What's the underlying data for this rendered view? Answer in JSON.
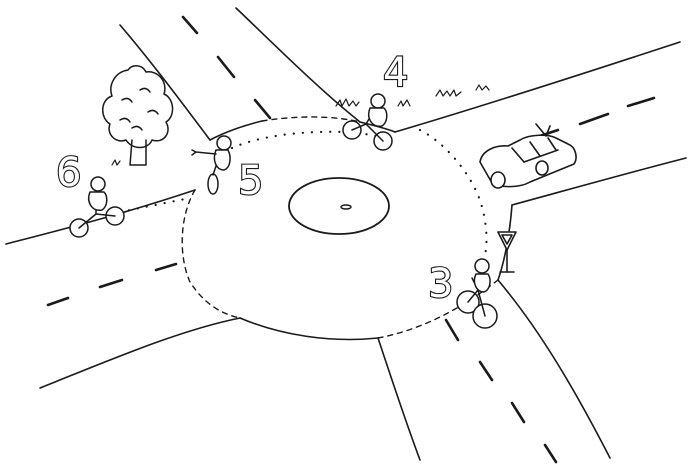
{
  "labels": {
    "cyclist_3": "3",
    "cyclist_4": "4",
    "cyclist_5": "5",
    "cyclist_6": "6"
  },
  "colors": {
    "ink": "#1a1a1a",
    "background": "#ffffff"
  }
}
